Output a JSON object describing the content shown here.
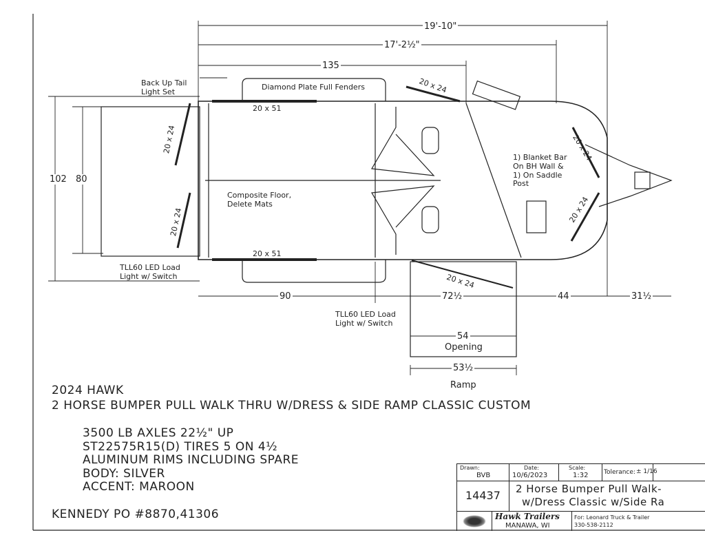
{
  "drawing": {
    "dimensions": {
      "overall_length": "19'-10\"",
      "body_length": "17'-2½\"",
      "dim_135": "135",
      "dim_90": "90",
      "dim_72": "72½",
      "dim_44": "44",
      "dim_31": "31½",
      "width_102": "102",
      "width_80": "80",
      "opening_54": "54",
      "opening_label": "Opening",
      "ramp_53": "53½",
      "ramp_label": "Ramp"
    },
    "callouts": {
      "backup_light_1": "Back Up Tail",
      "backup_light_2": "Light Set",
      "fenders": "Diamond Plate Full Fenders",
      "window_top": "20 x 51",
      "window_bottom": "20 x 51",
      "floor_1": "Composite Floor,",
      "floor_2": "Delete Mats",
      "blanket_1": "1) Blanket Bar",
      "blanket_2": "On BH Wall &",
      "blanket_3": "1) On Saddle",
      "blanket_4": "Post",
      "vent_top": "20 x 24",
      "vent_bottom": "20 x 24",
      "door_top": "20 x 24",
      "door_bottom": "20 x 24",
      "nose_1": "20 x 24",
      "nose_2": "20 x 24",
      "load_light_rear_1": "TLL60 LED Load",
      "load_light_rear_2": "Light w/ Switch",
      "load_light_side_1": "TLL60 LED Load",
      "load_light_side_2": "Light w/ Switch"
    }
  },
  "notes": {
    "year_model": "2024 HAWK",
    "description": "2 HORSE BUMPER PULL WALK THRU W/DRESS & SIDE RAMP CLASSIC CUSTOM",
    "specs": [
      "3500 LB AXLES 22½\" UP",
      "ST22575R15(D) TIRES 5 ON 4½",
      "ALUMINUM RIMS INCLUDING SPARE",
      "BODY: SILVER",
      "ACCENT: MAROON"
    ],
    "po": "KENNEDY PO #8870,41306"
  },
  "title_block": {
    "drawn_label": "Drawn:",
    "drawn_value": "BVB",
    "date_label": "Date:",
    "date_value": "10/6/2023",
    "scale_label": "Scale:",
    "scale_value": "1:32",
    "tolerance_label": "Tolerance:",
    "tolerance_value": "± 1/16",
    "number": "14437",
    "title_1": "2 Horse Bumper Pull Walk-",
    "title_2": "w/Dress Classic w/Side Ra",
    "company": "Hawk Trailers",
    "location": "MANAWA, WI",
    "for_1": "For: Leonard Truck & Trailer",
    "for_2": "330-538-2112"
  }
}
